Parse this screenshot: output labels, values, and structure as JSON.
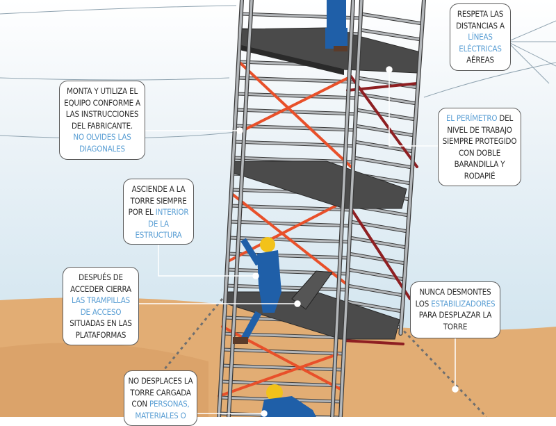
{
  "callouts": [
    {
      "id": "power-lines",
      "lines": [
        {
          "t": "RESPETA LAS",
          "hl": false
        },
        {
          "t": "DISTANCIAS A",
          "hl": false
        },
        {
          "t": "LÍNEAS",
          "hl": true
        },
        {
          "t": "ELÉCTRICAS",
          "hl": true
        },
        {
          "t": "AÉREAS",
          "hl": false
        }
      ]
    },
    {
      "id": "manufacturer",
      "lines": [
        {
          "t": "MONTA Y UTILIZA EL",
          "hl": false
        },
        {
          "t": "EQUIPO CONFORME A",
          "hl": false
        },
        {
          "t": "LAS INSTRUCCIONES",
          "hl": false
        },
        {
          "t": "DEL FABRICANTE.",
          "hl": false
        },
        {
          "t": "NO OLVIDES LAS",
          "hl": true
        },
        {
          "t": "DIAGONALES",
          "hl": true
        }
      ]
    },
    {
      "id": "perimeter",
      "lines": [
        {
          "t": "EL PERÍMETRO",
          "hl": true,
          "rest": " DEL"
        },
        {
          "t": "NIVEL DE TRABAJO",
          "hl": false
        },
        {
          "t": "SIEMPRE PROTEGIDO",
          "hl": false
        },
        {
          "t": "CON DOBLE",
          "hl": false
        },
        {
          "t": "BARANDILLA Y",
          "hl": false
        },
        {
          "t": "RODAPIÉ",
          "hl": false
        }
      ]
    },
    {
      "id": "climb-inside",
      "lines": [
        {
          "t": "ASCIENDE A LA",
          "hl": false
        },
        {
          "t": "TORRE SIEMPRE",
          "hl": false
        },
        {
          "t": "POR EL ",
          "hl": false,
          "rest_hl": "INTERIOR"
        },
        {
          "t": "DE LA",
          "hl": true
        },
        {
          "t": "ESTRUCTURA",
          "hl": true
        }
      ]
    },
    {
      "id": "hatches",
      "lines": [
        {
          "t": "DESPUÉS DE",
          "hl": false
        },
        {
          "t": "ACCEDER CIERRA",
          "hl": false
        },
        {
          "t": "LAS TRAMPILLAS",
          "hl": true
        },
        {
          "t": "DE ACCESO",
          "hl": true
        },
        {
          "t": "SITUADAS EN LAS",
          "hl": false
        },
        {
          "t": "PLATAFORMAS",
          "hl": false
        }
      ]
    },
    {
      "id": "stabilizers",
      "lines": [
        {
          "t": "NUNCA DESMONTES",
          "hl": false
        },
        {
          "t": "LOS ",
          "hl": false,
          "rest_hl": "ESTABILIZADORES"
        },
        {
          "t": "PARA DESPLAZAR LA",
          "hl": false
        },
        {
          "t": "TORRE",
          "hl": false
        }
      ]
    },
    {
      "id": "no-move-loaded",
      "lines": [
        {
          "t": "NO DESPLACES LA",
          "hl": false
        },
        {
          "t": "TORRE CARGADA",
          "hl": false
        },
        {
          "t": "CON ",
          "hl": false,
          "rest_hl": "PERSONAS,"
        },
        {
          "t": "MATERIALES O",
          "hl": true
        }
      ]
    }
  ],
  "colors": {
    "accent": "#5b9fd4",
    "red_diagonal": "#e8502a",
    "dark_red": "#8e1f22",
    "sand": "#e2ad74",
    "sky": "#d6e8f2"
  }
}
